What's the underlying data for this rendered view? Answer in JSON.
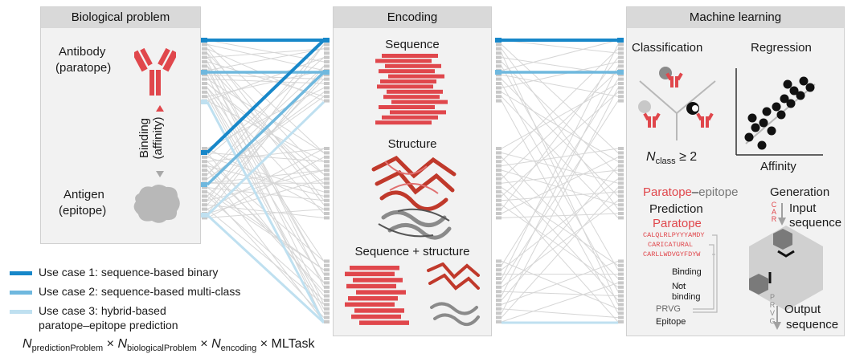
{
  "panels": {
    "biological": {
      "title": "Biological problem",
      "antibody_label": "Antibody",
      "antibody_sub": "(paratope)",
      "binding_label": "Binding",
      "binding_sub": "(affinity)",
      "antigen_label": "Antigen",
      "antigen_sub": "(epitope)"
    },
    "encoding": {
      "title": "Encoding",
      "sequence": "Sequence",
      "structure": "Structure",
      "seq_struct": "Sequence + structure"
    },
    "ml": {
      "title": "Machine learning",
      "classification": "Classification",
      "regression": "Regression",
      "n_class_main": "N",
      "n_class_sub": "class",
      "n_class_rest": " ≥ 2",
      "affinity": "Affinity",
      "paratope": "Paratope",
      "dash": "–",
      "epitope": "epitope",
      "prediction": "Prediction",
      "paratope_red": "Paratope",
      "seq1": "CALQLRLPYYYAMDY",
      "seq2": "CARICATURAL",
      "seq3": "CARLLWDVGYFDYW",
      "binding": "Binding",
      "not": "Not",
      "not_binding": "binding",
      "prvg": "PRVG",
      "epitope_lbl": "Epitope",
      "generation": "Generation",
      "input": "Input",
      "input_seq": "sequence",
      "output": "Output",
      "output_seq": "sequence",
      "car_letters": [
        "C",
        "A",
        "R"
      ],
      "prvg_letters": [
        "P",
        "R",
        "V",
        "G"
      ]
    }
  },
  "legend": {
    "uc1": "Use case 1: sequence-based binary",
    "uc2": "Use case 2: sequence-based multi-class",
    "uc3a": "Use case 3: hybrid-based",
    "uc3b": "paratope–epitope prediction",
    "uc1_color": "#1787c9",
    "uc2_color": "#6fb8de",
    "uc3_color": "#bfe0f0"
  },
  "formula": {
    "n1": "N",
    "s1": "predictionProblem",
    "x1": " × ",
    "n2": "N",
    "s2": "biologicalProblem",
    "x2": " × ",
    "n3": "N",
    "s3": "encoding",
    "x3": " × MLTask"
  },
  "colors": {
    "red": "#e0474c",
    "gray": "#b8b8b8",
    "panel": "#f2f2f2"
  }
}
